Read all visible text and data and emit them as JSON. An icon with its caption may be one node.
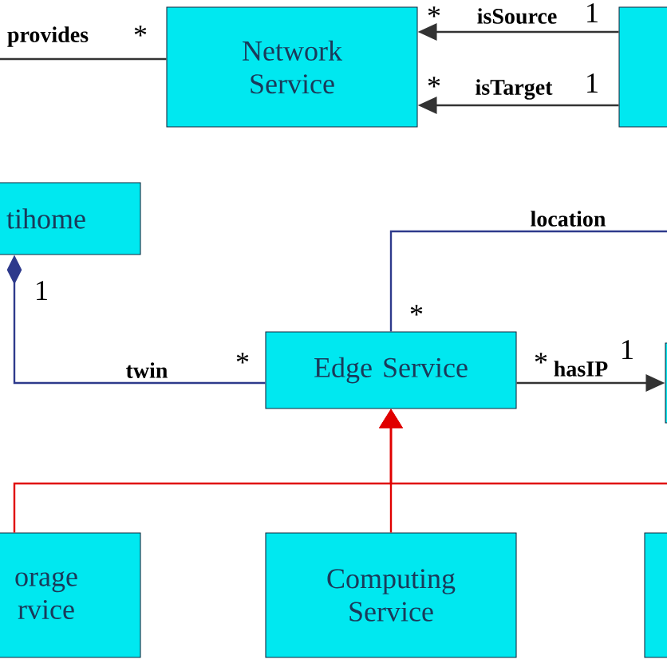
{
  "diagram": {
    "nodes": [
      {
        "text": [
          "Network Service"
        ]
      },
      {
        "text": [],
        "shape": "box"
      },
      {
        "text": [
          "tihome"
        ]
      },
      {
        "text": [
          "Edge Service"
        ]
      },
      {
        "text": [
          "orage rvice"
        ]
      },
      {
        "text": [
          "Computing Service"
        ]
      },
      {
        "text": [],
        "shape": "box"
      },
      {
        "text": [],
        "shape": "box"
      }
    ],
    "edges": [
      {
        "from": null,
        "to": 0,
        "arrow": "none",
        "label": "provides"
      },
      {
        "from": 1,
        "to": 0,
        "arrow": "to",
        "label": "isSource"
      },
      {
        "from": 1,
        "to": 0,
        "arrow": "to",
        "label": "isTarget"
      },
      {
        "from": 3,
        "to": null,
        "arrow": "none",
        "label": "location",
        "color": "#2e3a8c"
      },
      {
        "from": 2,
        "to": 3,
        "arrow": "other",
        "label": "twin",
        "color": "#2e3a8c"
      },
      {
        "from": 3,
        "to": 6,
        "arrow": "to",
        "label": "hasIP"
      },
      {
        "from": 4,
        "to": 3,
        "arrow": "to",
        "color": "#e00000"
      },
      {
        "from": 5,
        "to": 3,
        "arrow": "to",
        "color": "#e00000"
      },
      {
        "from": 7,
        "to": 3,
        "arrow": "to",
        "color": "#e00000"
      }
    ],
    "labels": [
      "*",
      "*",
      "1",
      "*",
      "1",
      "1",
      "*",
      "*",
      "*",
      "1"
    ]
  }
}
